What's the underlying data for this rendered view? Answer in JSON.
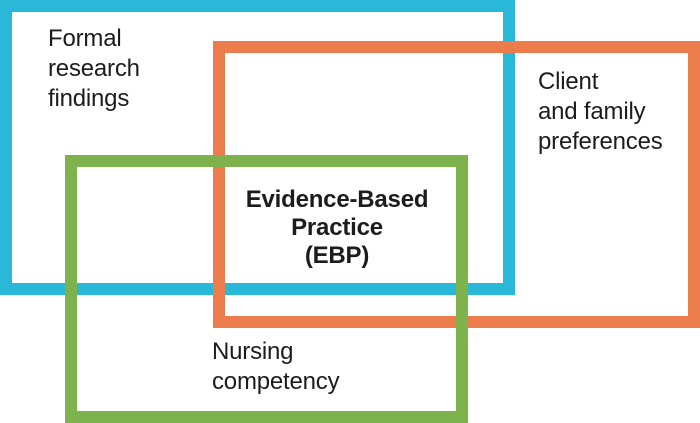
{
  "diagram": {
    "background": "#ffffff",
    "text_color": "#1c1c1c",
    "center_label": "Evidence-Based\nPractice\n(EBP)",
    "boxes": [
      {
        "id": "formal-research",
        "label": "Formal\nresearch\nfindings",
        "color": "#29b8d8"
      },
      {
        "id": "client-family",
        "label": "Client\nand family\npreferences",
        "color": "#ec7c4c"
      },
      {
        "id": "nursing-competency",
        "label": "Nursing\ncompetency",
        "color": "#7db24c"
      }
    ]
  }
}
